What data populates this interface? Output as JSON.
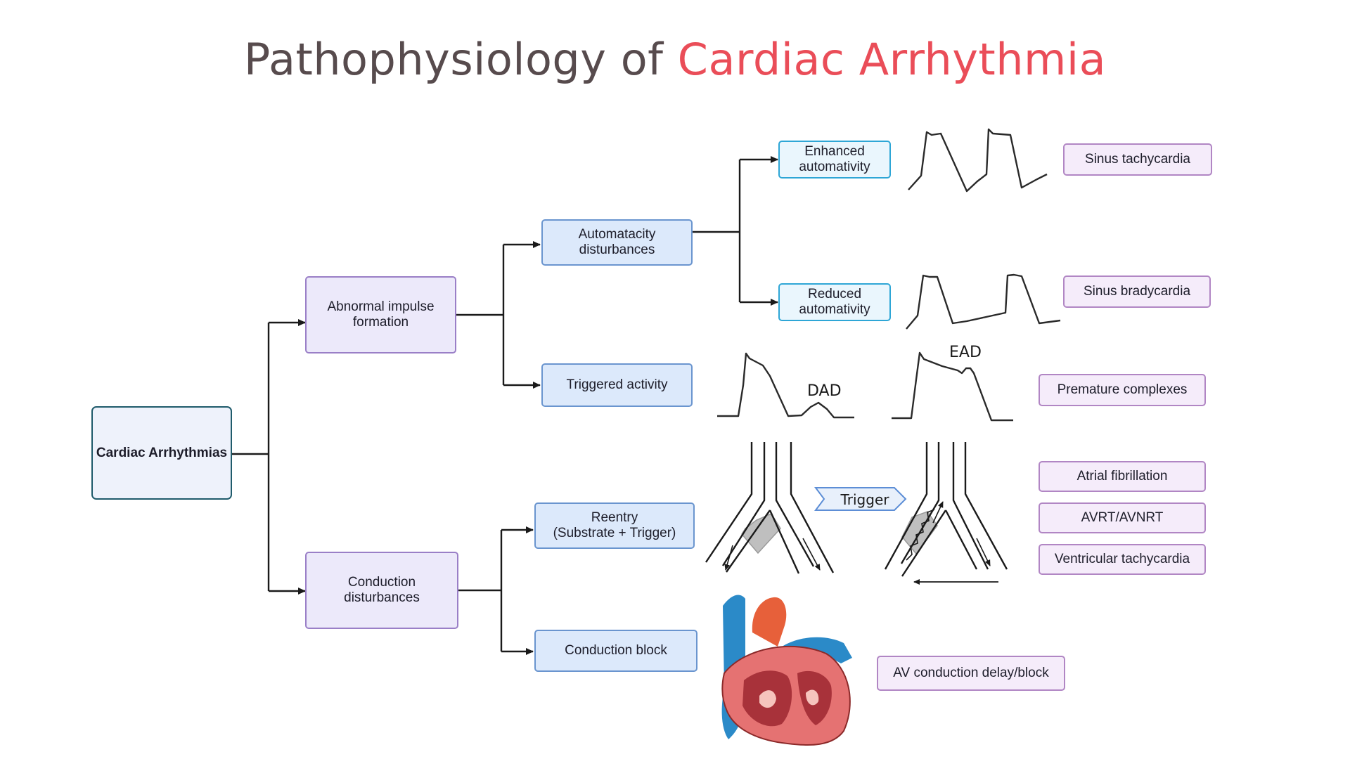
{
  "title": {
    "prefix": "Pathophysiology of",
    "accent": "Cardiac Arrhythmia"
  },
  "nodes": {
    "root": "Cardiac Arrhythmias",
    "abnormal_impulse": "Abnormal impulse\nformation",
    "conduction_disturbances": "Conduction\ndisturbances",
    "automaticity": "Automatacity\ndisturbances",
    "triggered": "Triggered activity",
    "reentry": "Reentry\n(Substrate + Trigger)",
    "conduction_block": "Conduction block",
    "enhanced": "Enhanced\nautomativity",
    "reduced": "Reduced\nautomativity"
  },
  "outcomes": {
    "sinus_tachy": "Sinus tachycardia",
    "sinus_brady": "Sinus bradycardia",
    "premature": "Premature complexes",
    "afib": "Atrial fibrillation",
    "avrt": "AVRT/AVNRT",
    "vtach": "Ventricular tachycardia",
    "av_block": "AV conduction delay/block"
  },
  "waveform_labels": {
    "dad": "DAD",
    "ead": "EAD",
    "trigger": "Trigger"
  },
  "colors": {
    "title_main": "#574b4d",
    "title_accent": "#ea4d58",
    "root_border": "#1f5b6b",
    "level1_border": "#9a7fc7",
    "level2_border": "#6a95cf",
    "level3_border": "#2ea6d6",
    "outcome_border": "#b186c4"
  },
  "icons": [
    "arrow-icon",
    "trigger-arrow-icon",
    "heart-anatomy-icon"
  ]
}
